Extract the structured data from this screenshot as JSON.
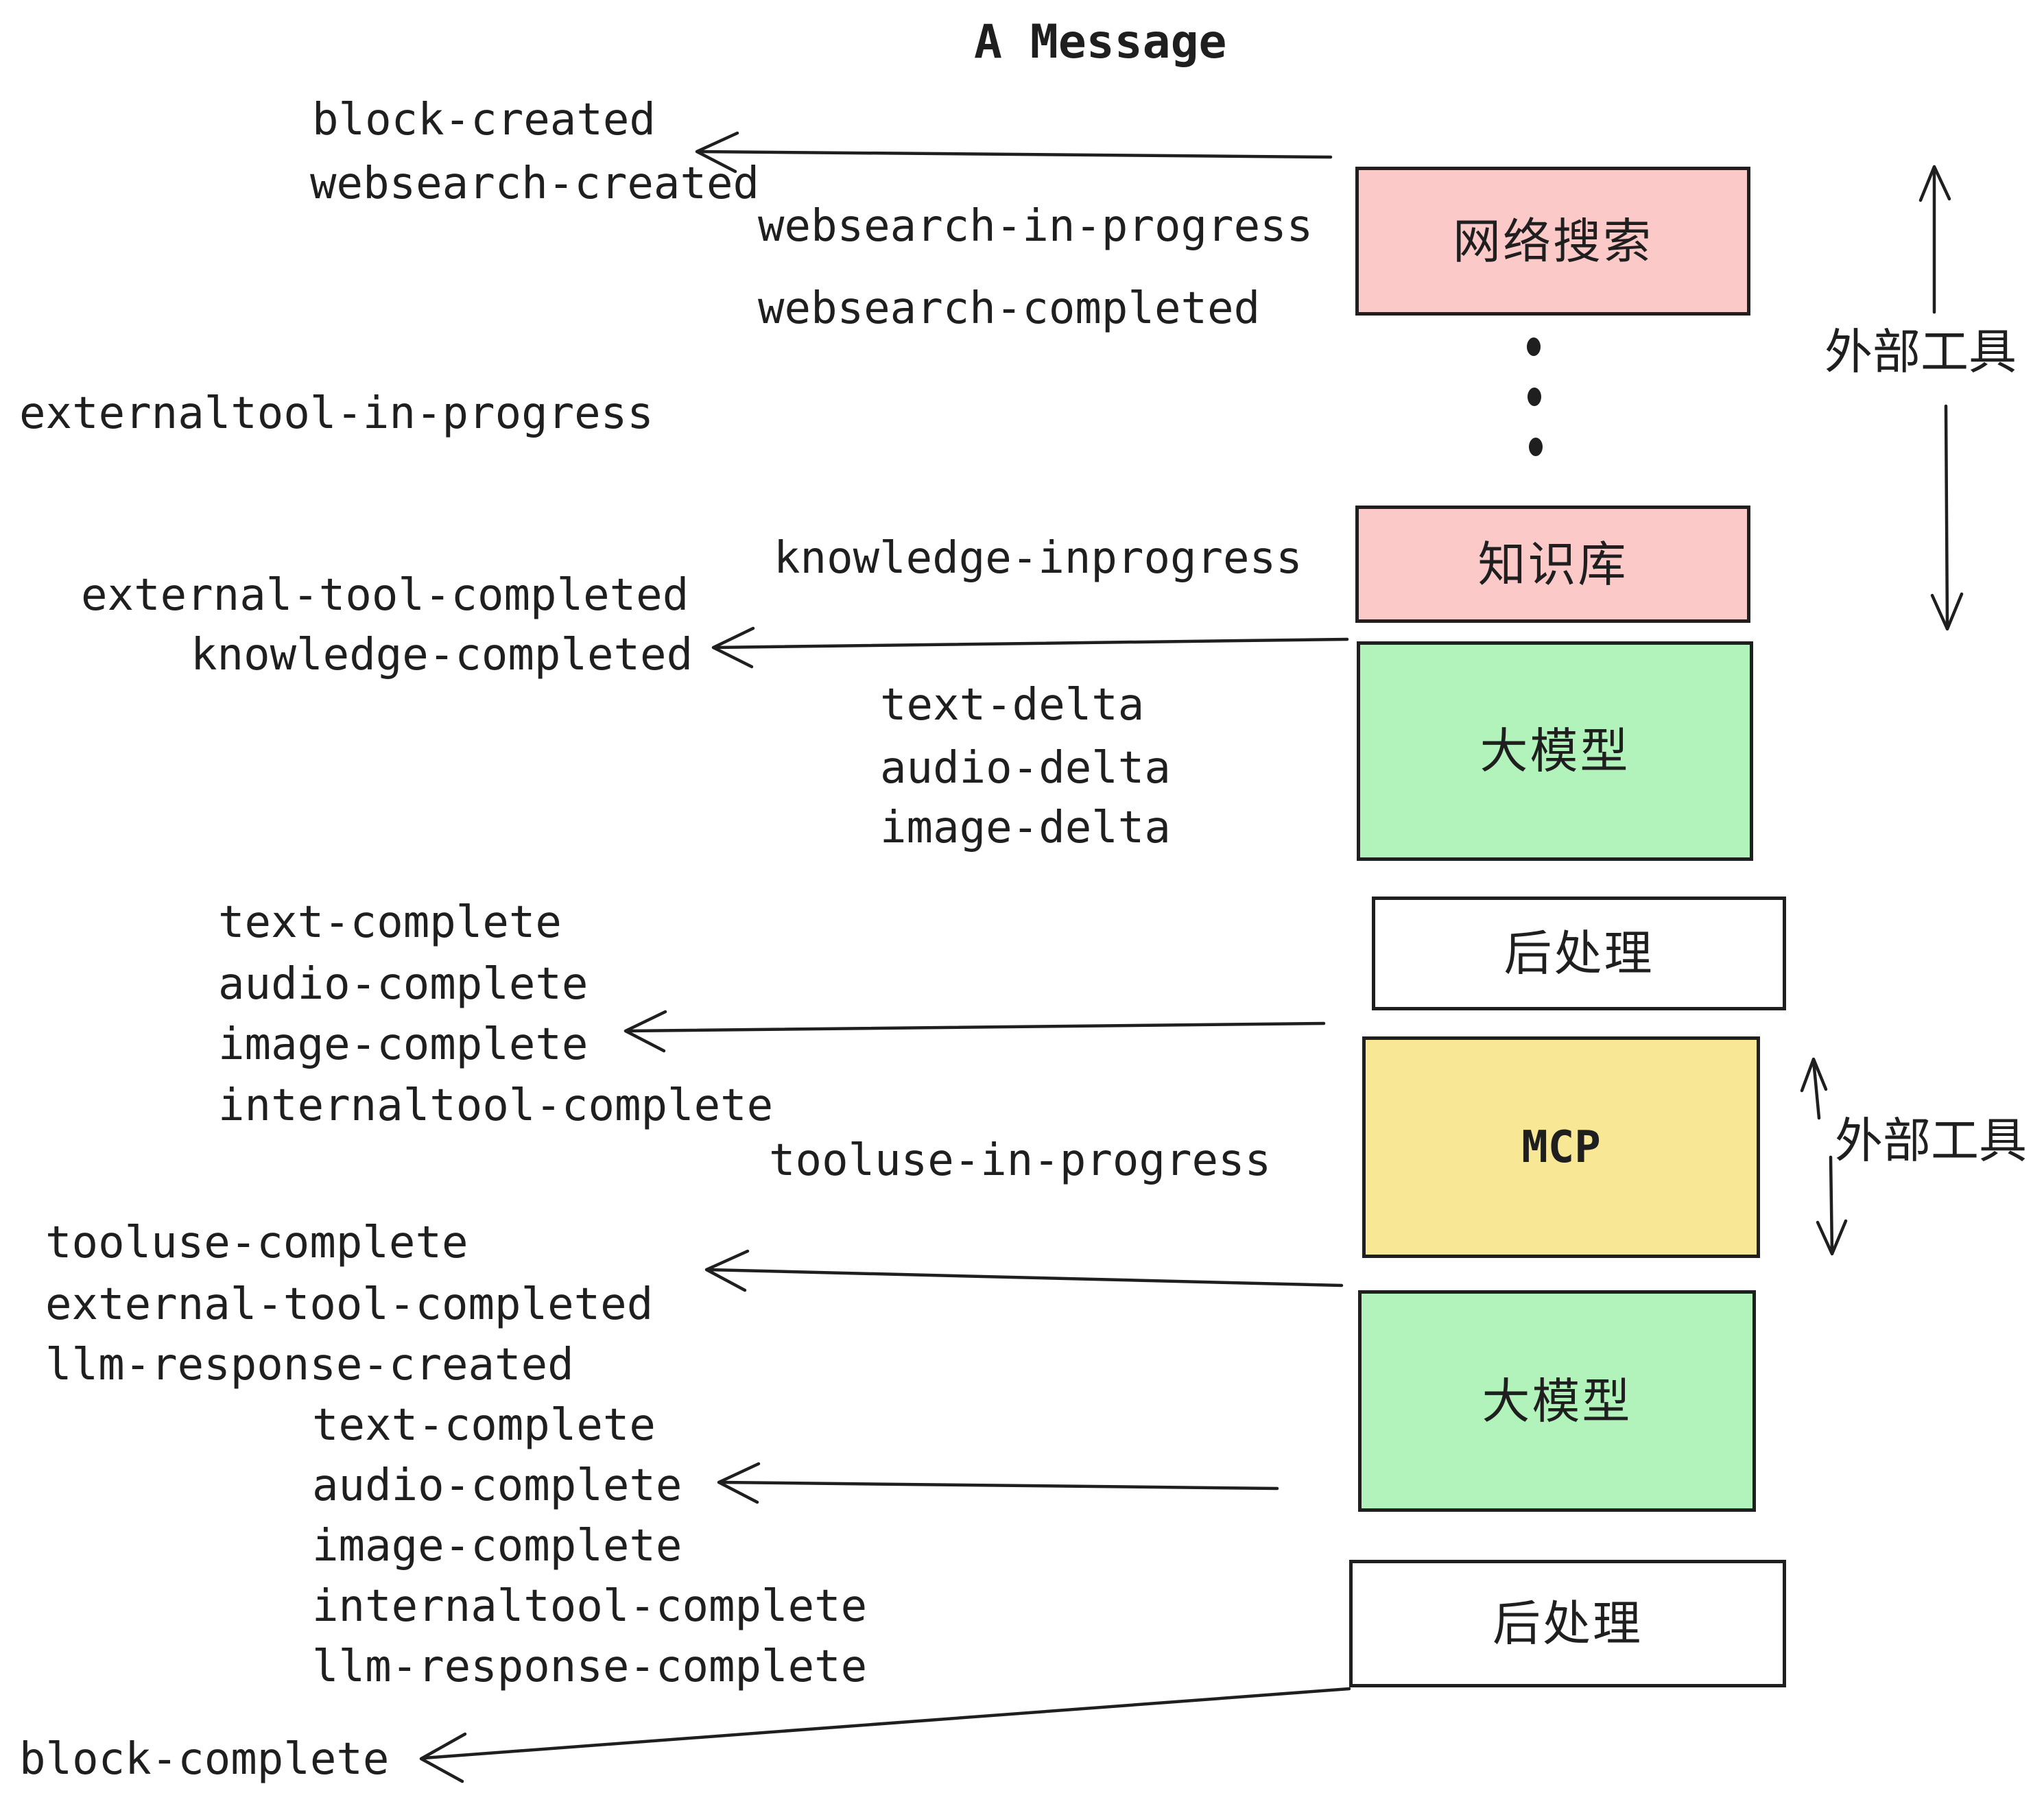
{
  "title": "A Message",
  "colors": {
    "background": "#ffffff",
    "ink": "#1f1f1f",
    "node_pink": "#fcc9c9",
    "node_green": "#b2f2bb",
    "node_yellow": "#f8e795",
    "node_white": "#ffffff"
  },
  "nodes": [
    {
      "id": "websearch",
      "label": "网络搜索",
      "color": "#fcc9c9"
    },
    {
      "id": "knowledge",
      "label": "知识库",
      "color": "#fcc9c9"
    },
    {
      "id": "llm_top",
      "label": "大模型",
      "color": "#b2f2bb"
    },
    {
      "id": "post_top",
      "label": "后处理",
      "color": "#ffffff"
    },
    {
      "id": "mcp",
      "label": "MCP",
      "color": "#f8e795"
    },
    {
      "id": "llm_bottom",
      "label": "大模型",
      "color": "#b2f2bb"
    },
    {
      "id": "post_bottom",
      "label": "后处理",
      "color": "#ffffff"
    }
  ],
  "events": {
    "block_created": "block-created",
    "websearch_created": "websearch-created",
    "websearch_in_progress": "websearch-in-progress",
    "websearch_completed": "websearch-completed",
    "externaltool_in_progress": "externaltool-in-progress",
    "knowledge_inprogress": "knowledge-inprogress",
    "external_tool_completed": "external-tool-completed",
    "knowledge_completed": "knowledge-completed",
    "text_delta_1": "text-delta",
    "audio_delta_1": "audio-delta",
    "image_delta_1": "image-delta",
    "text_complete_1": "text-complete",
    "audio_complete_1": "audio-complete",
    "image_complete_1": "image-complete",
    "internaltool_complete_1": "internaltool-complete",
    "tooluse_in_progress": "tooluse-in-progress",
    "tooluse_complete": "tooluse-complete",
    "external_tool_completed_2": "external-tool-completed",
    "llm_response_created": "llm-response-created",
    "text_complete_2": "text-complete",
    "audio_complete_2": "audio-complete",
    "image_complete_2": "image-complete",
    "internaltool_complete_2": "internaltool-complete",
    "llm_response_complete": "llm-response-complete",
    "block_complete": "block-complete"
  },
  "side_labels": {
    "external_tools_top": "外部工具",
    "external_tools_mcp": "外部工具"
  },
  "decorations": {
    "ellipsis_dots": 3,
    "arrows": [
      {
        "id": "arrow-websearch-to-block-created",
        "from": "websearch box",
        "to": "block-created / websearch-created",
        "direction": "left"
      },
      {
        "id": "arrow-llm-to-knowledge-completed",
        "from": "knowledge / llm boundary",
        "to": "knowledge-completed",
        "direction": "left"
      },
      {
        "id": "arrow-post-to-image-complete",
        "from": "post-processing",
        "to": "image-complete",
        "direction": "left"
      },
      {
        "id": "arrow-mcp-to-tooluse-complete",
        "from": "MCP",
        "to": "tooluse-complete list",
        "direction": "left"
      },
      {
        "id": "arrow-llm2-to-audio-complete",
        "from": "llm (bottom)",
        "to": "audio-complete",
        "direction": "left"
      },
      {
        "id": "arrow-post2-to-block-complete",
        "from": "post-processing (bottom)",
        "to": "block-complete",
        "direction": "down-left"
      },
      {
        "id": "arrow-external-tools-top-up",
        "from": "external tools span",
        "to": "websearch box",
        "direction": "up"
      },
      {
        "id": "arrow-external-tools-top-down",
        "from": "external tools span",
        "to": "knowledge box",
        "direction": "down"
      },
      {
        "id": "arrow-external-tools-mcp-up",
        "from": "external tools span",
        "to": "MCP box top",
        "direction": "up"
      },
      {
        "id": "arrow-external-tools-mcp-down",
        "from": "external tools span",
        "to": "MCP box bottom",
        "direction": "down"
      }
    ]
  }
}
